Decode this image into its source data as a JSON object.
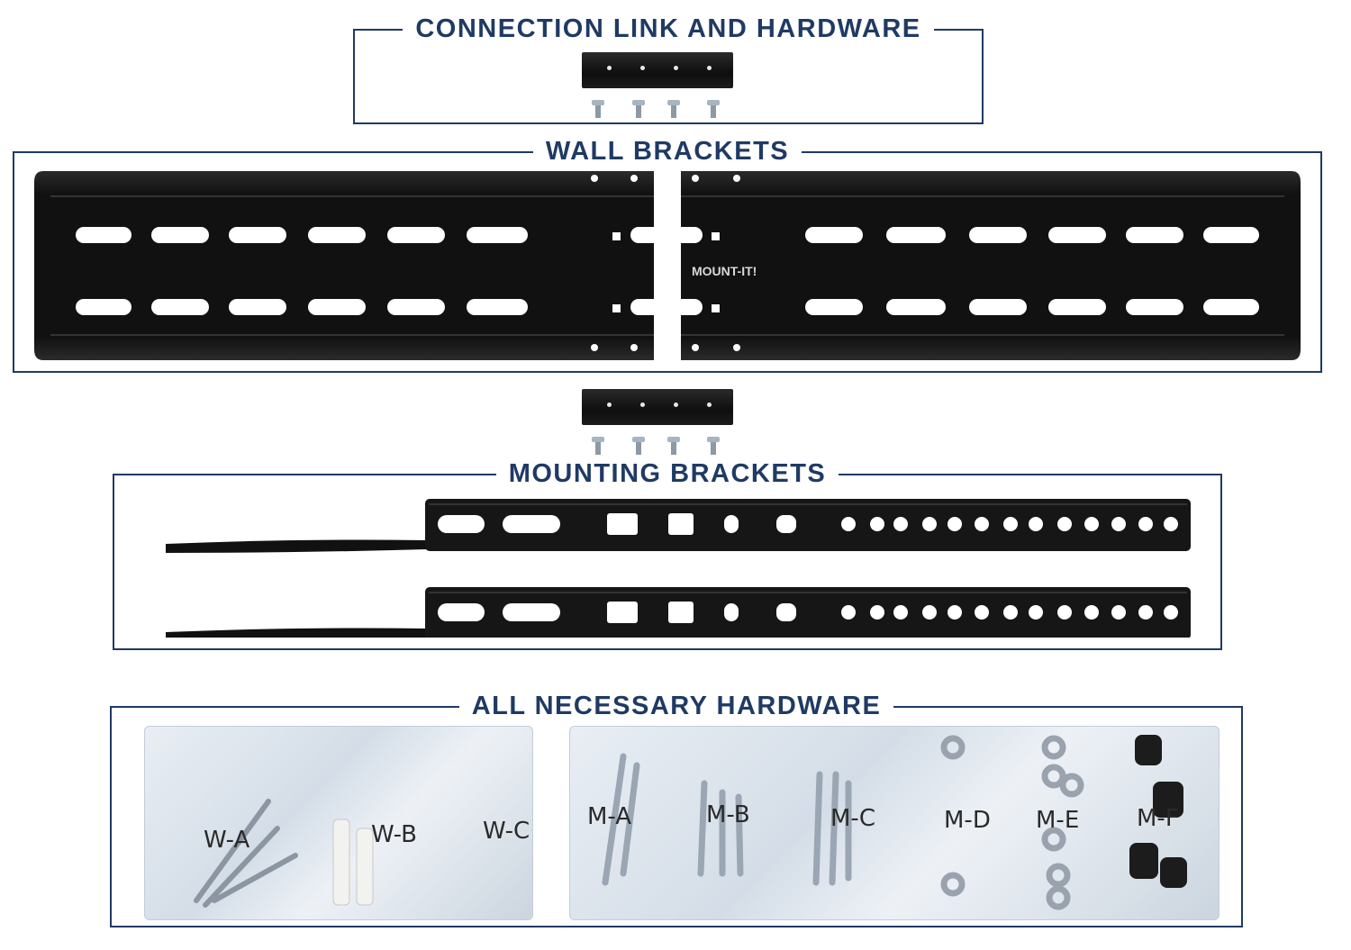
{
  "sections": {
    "connection": {
      "title": "CONNECTION LINK AND HARDWARE"
    },
    "wall": {
      "title": "WALL BRACKETS",
      "logo": "MOUNT-IT!"
    },
    "mounting": {
      "title": "MOUNTING BRACKETS"
    },
    "hardware": {
      "title": "ALL NECESSARY HARDWARE",
      "bags": [
        "W-A",
        "W-B",
        "W-C",
        "M-A",
        "M-B",
        "M-C",
        "M-D",
        "M-E",
        "M-F"
      ]
    }
  },
  "colors": {
    "frame": "#1f3a64",
    "metal": "#151515"
  }
}
